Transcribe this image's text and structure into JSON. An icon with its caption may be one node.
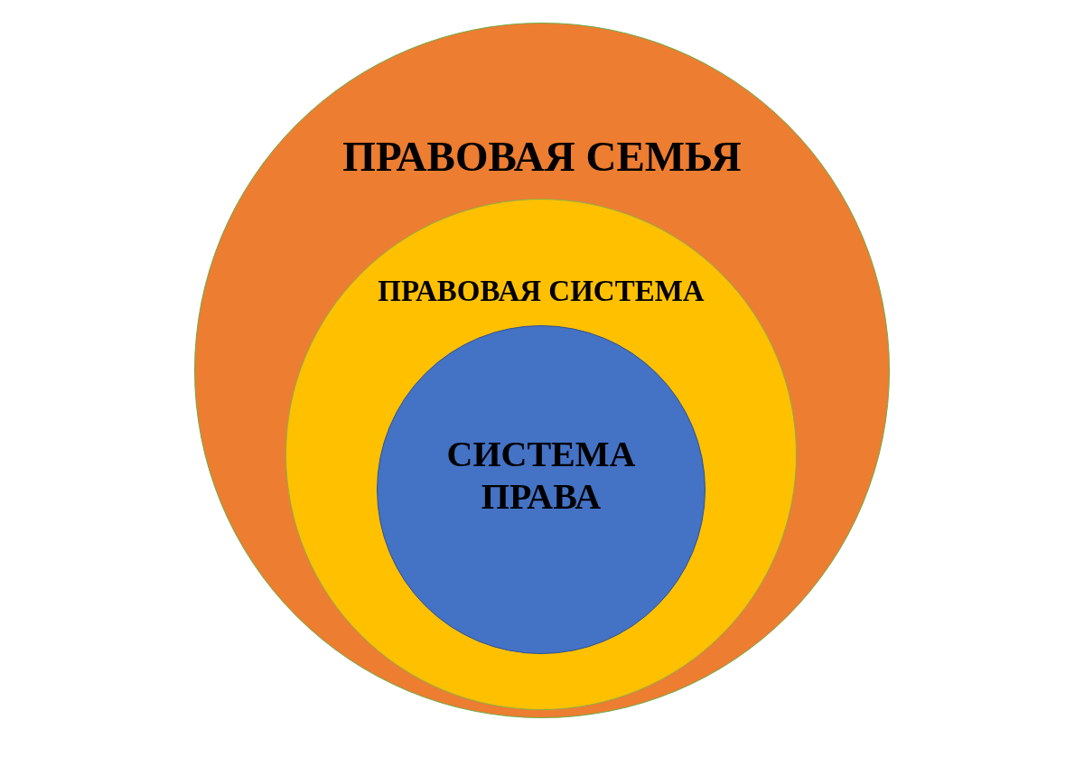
{
  "diagram": {
    "nodes": [
      {
        "text": [
          "ПРАВОВАЯ СЕМЬЯ"
        ]
      },
      {
        "text": [
          "ПРАВОВАЯ СИСТЕМА"
        ],
        "in": 0
      },
      {
        "text": [
          "СИСТЕМА ПРАВА"
        ],
        "in": 1
      }
    ]
  }
}
